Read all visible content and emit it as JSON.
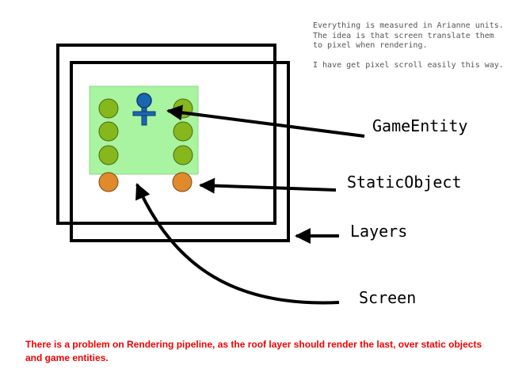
{
  "note": {
    "paragraph1": "Everything is measured in Arianne units. The idea is that screen translate them to pixel when rendering.",
    "paragraph2": "I have get pixel scroll easily this way."
  },
  "labels": {
    "game_entity": "GameEntity",
    "static_object": "StaticObject",
    "layers": "Layers",
    "screen": "Screen"
  },
  "caption": "There is a problem on Rendering pipeline, as the roof layer should render the last, over static objects and game entities.",
  "colors": {
    "screen_fill": "#a8f4a0",
    "static_green": "#86b81e",
    "static_orange": "#e08a2c",
    "entity_blue": "#1a66b3",
    "caption_red": "#ee0000"
  }
}
